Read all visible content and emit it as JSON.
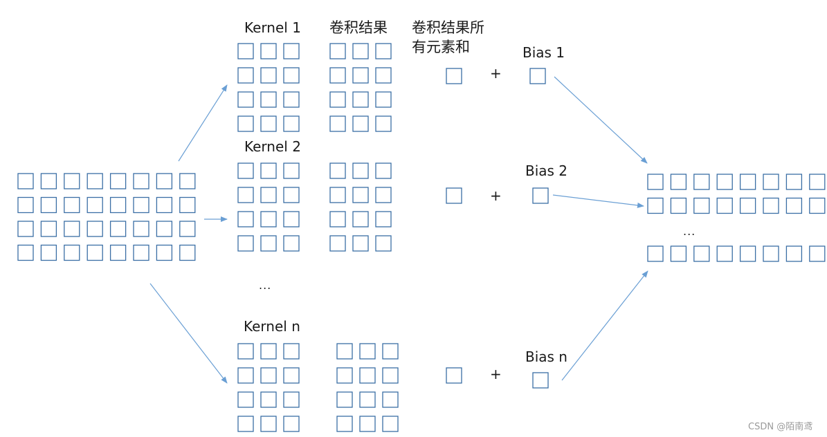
{
  "labels": {
    "kernel_1": "Kernel 1",
    "kernel_2": "Kernel 2",
    "kernel_n": "Kernel n",
    "conv_result": "卷积结果",
    "conv_sum_line1": "卷积结果所",
    "conv_sum_line2": "有元素和",
    "bias_1": "Bias 1",
    "bias_2": "Bias 2",
    "bias_n": "Bias n",
    "plus": "+",
    "ellipsis": "...",
    "watermark": "CSDN @陌南鸢"
  },
  "colors": {
    "cell_stroke": "#3a6ea5",
    "arrow": "#6a9fd4",
    "text": "#1a1a1a"
  },
  "grids": {
    "input": {
      "rows": 4,
      "cols": 8
    },
    "kernel": {
      "rows": 4,
      "cols": 3
    },
    "conv_result": {
      "rows": 4,
      "cols": 3
    },
    "output": {
      "rows": 2,
      "cols": 8,
      "extra_rows": 1
    }
  },
  "branches": [
    "1",
    "2",
    "n"
  ]
}
